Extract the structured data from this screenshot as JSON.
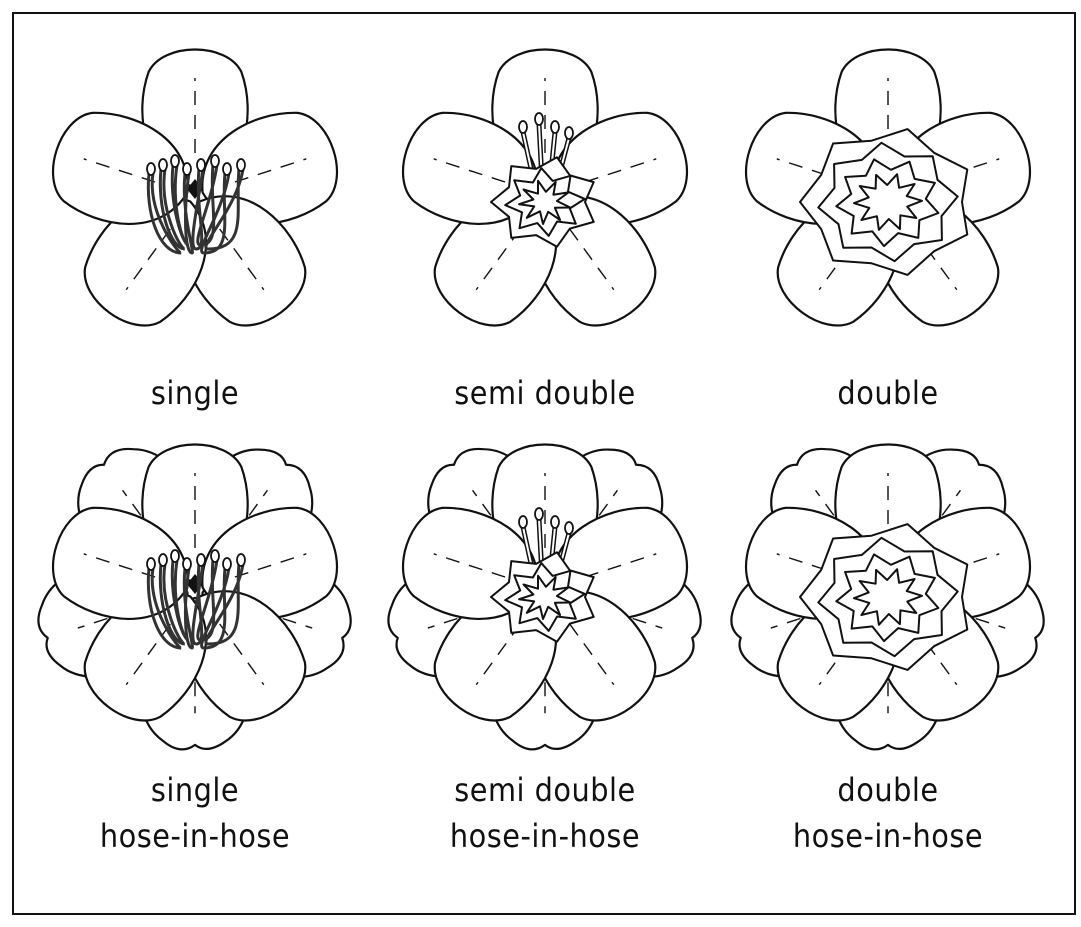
{
  "flowers": [
    {
      "id": "single",
      "lines": [
        "single"
      ],
      "petals": 5,
      "layer2": false,
      "center": "stamens"
    },
    {
      "id": "semidouble",
      "lines": [
        "semi double"
      ],
      "petals": 5,
      "layer2": false,
      "center": "ruffle-small"
    },
    {
      "id": "double",
      "lines": [
        "double"
      ],
      "petals": 5,
      "layer2": false,
      "center": "ruffle-large"
    },
    {
      "id": "single-hose",
      "lines": [
        "single",
        "hose-in-hose"
      ],
      "petals": 5,
      "layer2": true,
      "center": "stamens"
    },
    {
      "id": "semidouble-hose",
      "lines": [
        "semi double",
        "hose-in-hose"
      ],
      "petals": 5,
      "layer2": true,
      "center": "ruffle-small"
    },
    {
      "id": "double-hose",
      "lines": [
        "double",
        "hose-in-hose"
      ],
      "petals": 5,
      "layer2": true,
      "center": "ruffle-large"
    }
  ],
  "colors": {
    "ink": "#111111",
    "paper": "#ffffff"
  }
}
